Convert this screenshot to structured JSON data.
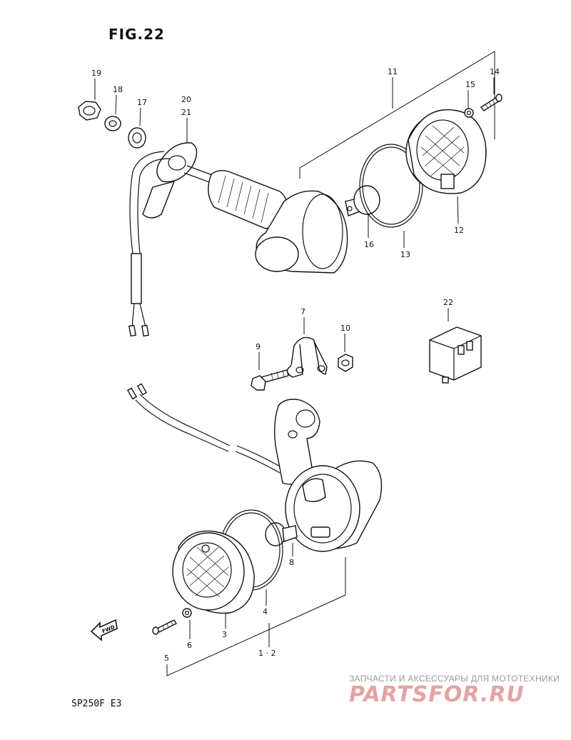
{
  "figure": {
    "title": "FIG.22",
    "model": "SP250F  E3"
  },
  "labels": {
    "p1_2": "1 · 2",
    "p3": "3",
    "p4": "4",
    "p5": "5",
    "p6": "6",
    "p7": "7",
    "p8": "8",
    "p9": "9",
    "p10": "10",
    "p11": "11",
    "p12": "12",
    "p13": "13",
    "p14": "14",
    "p15": "15",
    "p16": "16",
    "p17": "17",
    "p18": "18",
    "p19": "19",
    "p20": "20",
    "p21": "21",
    "p22": "22"
  },
  "fwd": "FWD",
  "watermark": {
    "tagline": "ЗАПЧАСТИ И АКСЕССУАРЫ ДЛЯ МОТОТЕХНИКИ",
    "brand": "PARTSFOR.RU",
    "color": "#e5a3a3"
  }
}
